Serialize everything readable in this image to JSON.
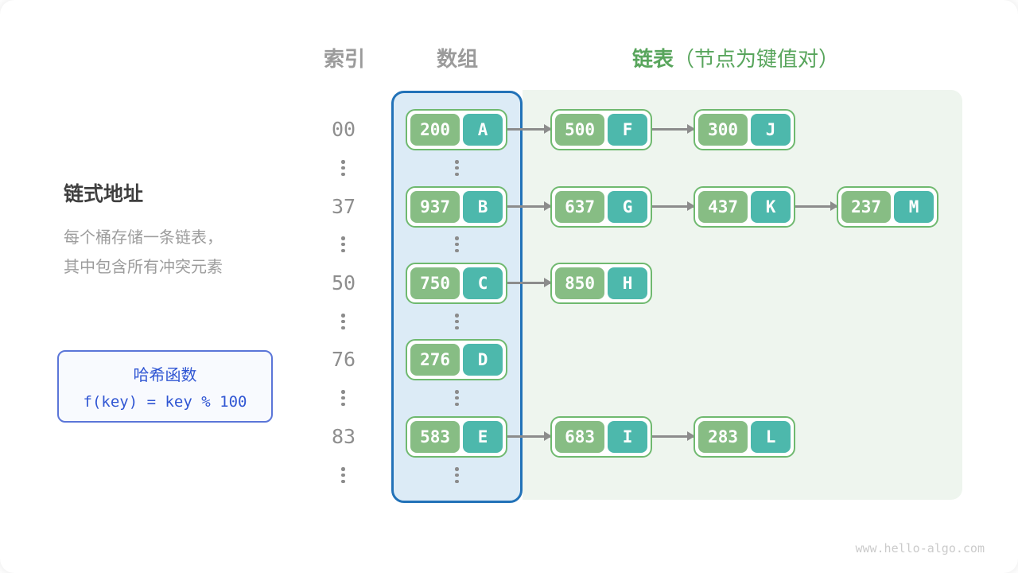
{
  "headers": {
    "index": "索引",
    "array": "数组",
    "list_title": "链表",
    "list_note": "（节点为键值对）"
  },
  "sidebar": {
    "title": "链式地址",
    "desc_line1": "每个桶存储一条链表，",
    "desc_line2": "其中包含所有冲突元素",
    "hash_box": {
      "title": "哈希函数",
      "formula": "f(key) = key % 100"
    }
  },
  "rows": [
    {
      "index": "00",
      "bucket": {
        "key": "200",
        "value": "A"
      },
      "chain": [
        {
          "key": "500",
          "value": "F"
        },
        {
          "key": "300",
          "value": "J"
        }
      ]
    },
    {
      "index": "37",
      "bucket": {
        "key": "937",
        "value": "B"
      },
      "chain": [
        {
          "key": "637",
          "value": "G"
        },
        {
          "key": "437",
          "value": "K"
        },
        {
          "key": "237",
          "value": "M"
        }
      ]
    },
    {
      "index": "50",
      "bucket": {
        "key": "750",
        "value": "C"
      },
      "chain": [
        {
          "key": "850",
          "value": "H"
        }
      ]
    },
    {
      "index": "76",
      "bucket": {
        "key": "276",
        "value": "D"
      },
      "chain": []
    },
    {
      "index": "83",
      "bucket": {
        "key": "583",
        "value": "E"
      },
      "chain": [
        {
          "key": "683",
          "value": "I"
        },
        {
          "key": "283",
          "value": "L"
        }
      ]
    }
  ],
  "watermark": "www.hello-algo.com",
  "colors": {
    "accent-green": "#58a55c",
    "header-gray": "#9b9b9b",
    "title-dark": "#3f3f3f",
    "text-gray": "#9c9c9c",
    "index-gray": "#8e8e8e",
    "node-green": "#87bd84",
    "node-teal": "#4db8ac",
    "node-border": "#6fb96f",
    "array-bg": "#dcebf6",
    "array-border": "#2272b8",
    "chain-bg": "#eef5ee",
    "hash-blue": "#3056d3",
    "hash-border": "#5b76d8",
    "hash-bg": "#f8fafe",
    "arrow-gray": "#8c8c8c",
    "watermark-gray": "#cbcbcb"
  }
}
